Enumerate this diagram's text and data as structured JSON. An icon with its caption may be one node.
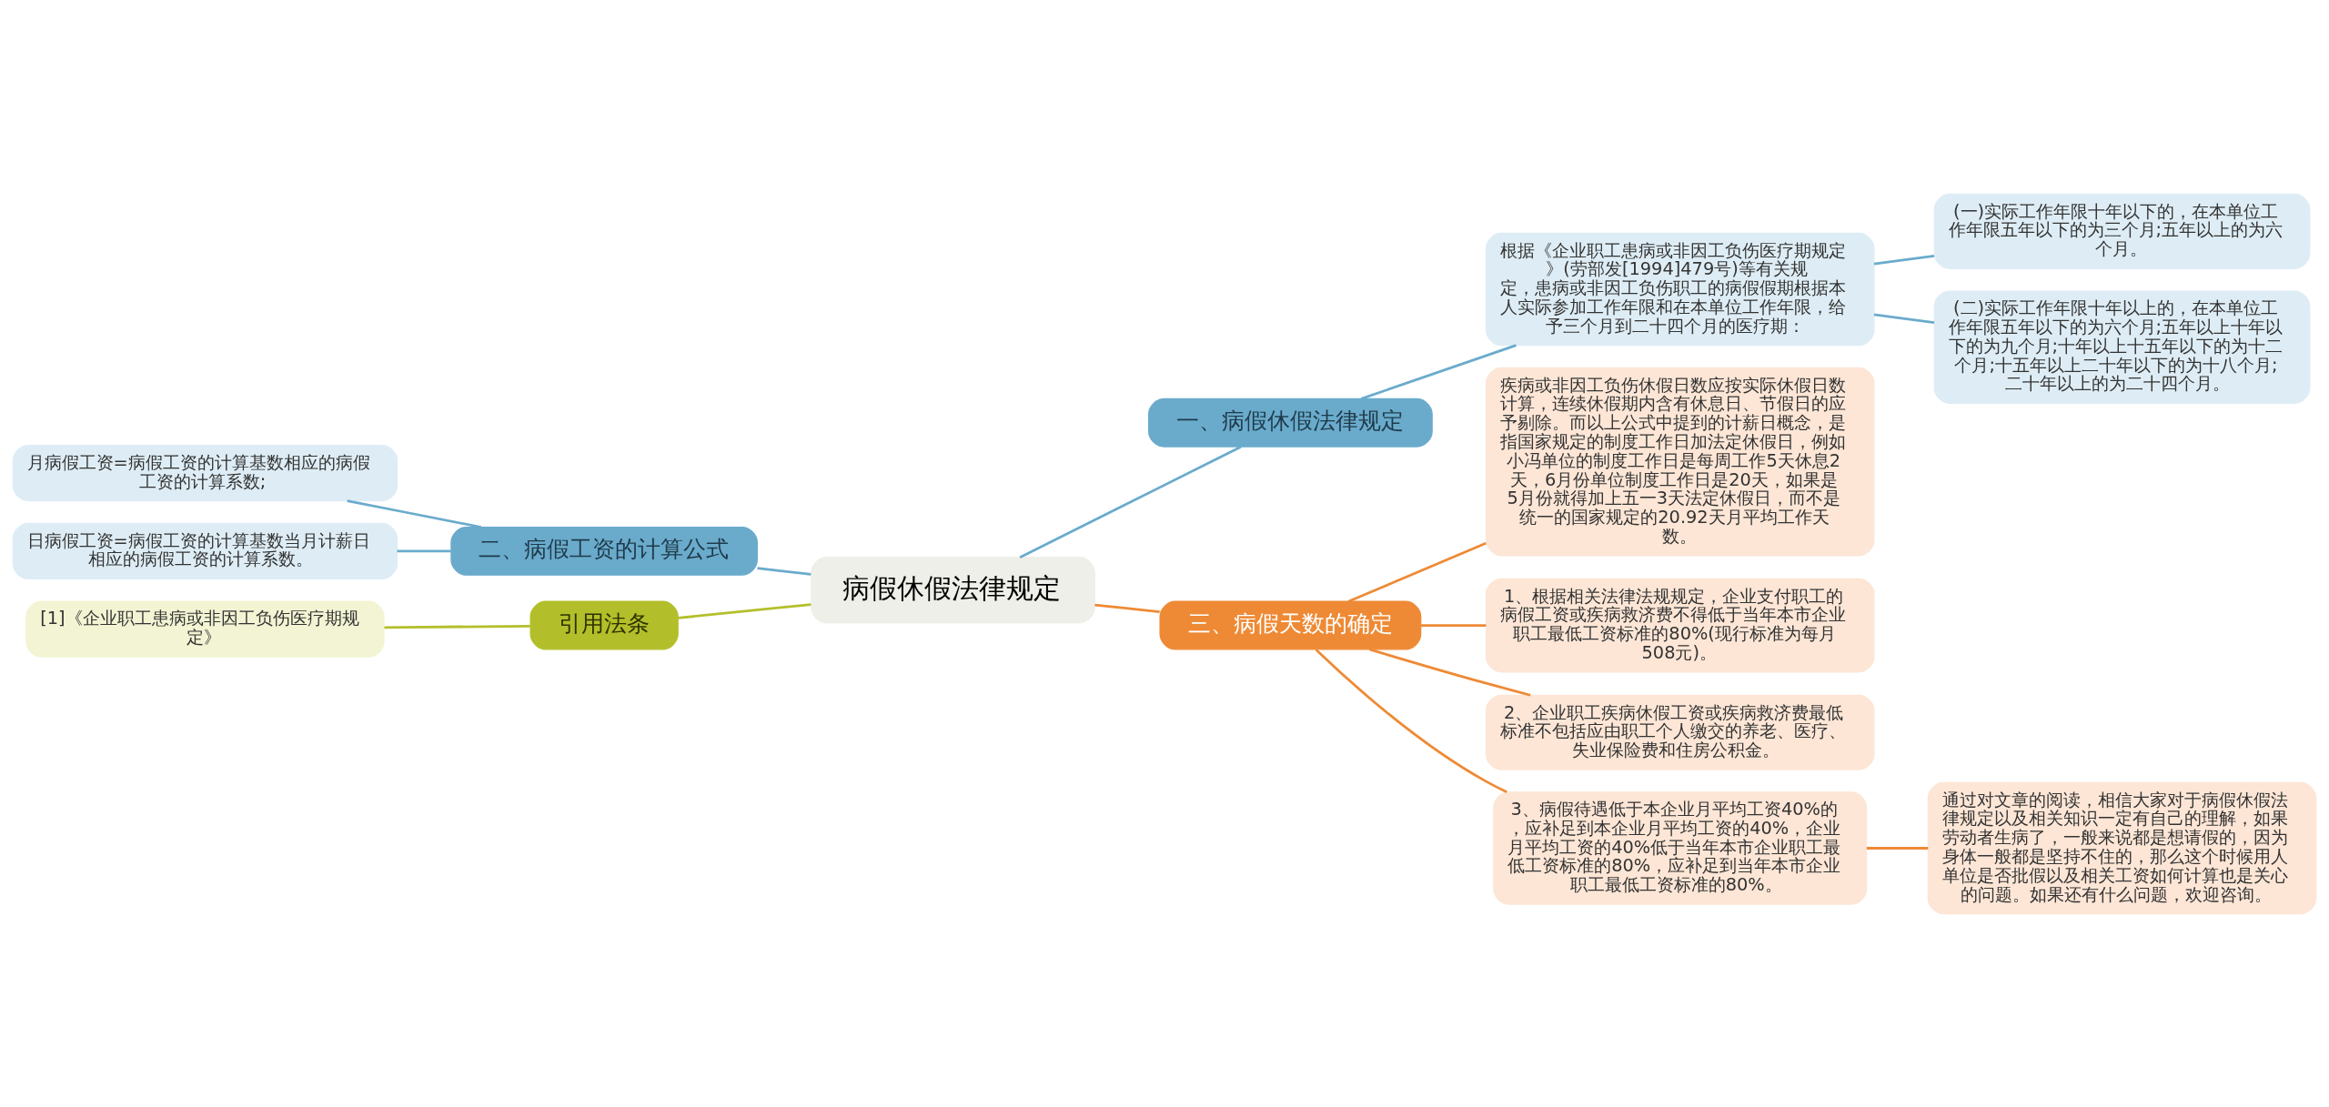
{
  "diagram": {
    "nodes": [
      {
        "text": [
          "病假休假法律规定"
        ]
      },
      {
        "text": [
          "一、病假休假法律规定"
        ]
      },
      {
        "text": [
          "根据《企业职工患病或非因工负伤医疗期规定》(劳部发[1994]479号)等有关规定，患病或非因工负伤职工的病假假期根据本人实际参加工作年限和在本单位工作年限，给予三个月到二十四个月的医疗期："
        ]
      },
      {
        "text": [
          "(一)实际工作年限十年以下的，在本单位工作年限五年以下的为三个月;五年以上的为六个月。"
        ]
      },
      {
        "text": [
          "(二)实际工作年限十年以上的，在本单位工作年限五年以下的为六个月;五年以上十年以下的为九个月;十年以上十五年以下的为十二个月;十五年以上二十年以下的为十八个月;二十年以上的为二十四个月。"
        ]
      },
      {
        "text": [
          "三、病假天数的确定"
        ]
      },
      {
        "text": [
          "疾病或非因工负伤休假日数应按实际休假日数计算，连续休假期内含有休息日、节假日的应予剔除。而以上公式中提到的计薪日概念，是指国家规定的制度工作日加法定休假日，例如小冯单位的制度工作日是每周工作5天休息2天，6月份单位制度工作日是20天，如果是5月份就得加上五一3天法定休假日，而不是统一的国家规定的20.92天月平均工作天数。"
        ]
      },
      {
        "text": [
          "1、根据相关法律法规规定，企业支付职工的病假工资或疾病救济费不得低于当年本市企业职工最低工资标准的80%(现行标准为每月508元)。"
        ]
      },
      {
        "text": [
          "2、企业职工疾病休假工资或疾病救济费最低标准不包括应由职工个人缴交的养老、医疗、失业保险费和住房公积金。"
        ]
      },
      {
        "text": [
          "3、病假待遇低于本企业月平均工资40%的，应补足到本企业月平均工资的40%，企业月平均工资的40%低于当年本市企业职工最低工资标准的80%，应补足到当年本市企业职工最低工资标准的80%。"
        ]
      },
      {
        "text": [
          "通过对文章的阅读，相信大家对于病假休假法律规定以及相关知识一定有自己的理解，如果劳动者生病了，一般来说都是想请假的，因为身体一般都是坚持不住的，那么这个时候用人单位是否批假以及相关工资如何计算也是关心的问题。如果还有什么问题，欢迎咨询。"
        ]
      },
      {
        "text": [
          "二、病假工资的计算公式"
        ]
      },
      {
        "text": [
          "月病假工资=病假工资的计算基数相应的病假工资的计算系数;"
        ]
      },
      {
        "text": [
          "日病假工资=病假工资的计算基数当月计薪日相应的病假工资的计算系数。"
        ]
      },
      {
        "text": [
          "引用法条"
        ]
      },
      {
        "text": [
          "[1]《企业职工患病或非因工负伤医疗期规定》"
        ]
      }
    ],
    "edges": [
      {
        "from": 0,
        "to": 1,
        "arrow": "none"
      },
      {
        "from": 1,
        "to": 2,
        "arrow": "none"
      },
      {
        "from": 2,
        "to": 3,
        "arrow": "none"
      },
      {
        "from": 2,
        "to": 4,
        "arrow": "none"
      },
      {
        "from": 0,
        "to": 5,
        "arrow": "none",
        "color": "#ee8a35"
      },
      {
        "from": 5,
        "to": 6,
        "arrow": "none",
        "color": "#ee8a35"
      },
      {
        "from": 5,
        "to": 7,
        "arrow": "none",
        "color": "#ee8a35"
      },
      {
        "from": 5,
        "to": 8,
        "arrow": "none",
        "color": "#ee8a35"
      },
      {
        "from": 5,
        "to": 9,
        "arrow": "none",
        "color": "#ee8a35"
      },
      {
        "from": 9,
        "to": 10,
        "arrow": "none",
        "color": "#ee8a35"
      },
      {
        "from": 0,
        "to": 11,
        "arrow": "none"
      },
      {
        "from": 11,
        "to": 12,
        "arrow": "none"
      },
      {
        "from": 11,
        "to": 13,
        "arrow": "none"
      },
      {
        "from": 0,
        "to": 14,
        "arrow": "none",
        "color": "#b3bf2a"
      },
      {
        "from": 14,
        "to": 15,
        "arrow": "none",
        "color": "#b3bf2a"
      }
    ]
  }
}
